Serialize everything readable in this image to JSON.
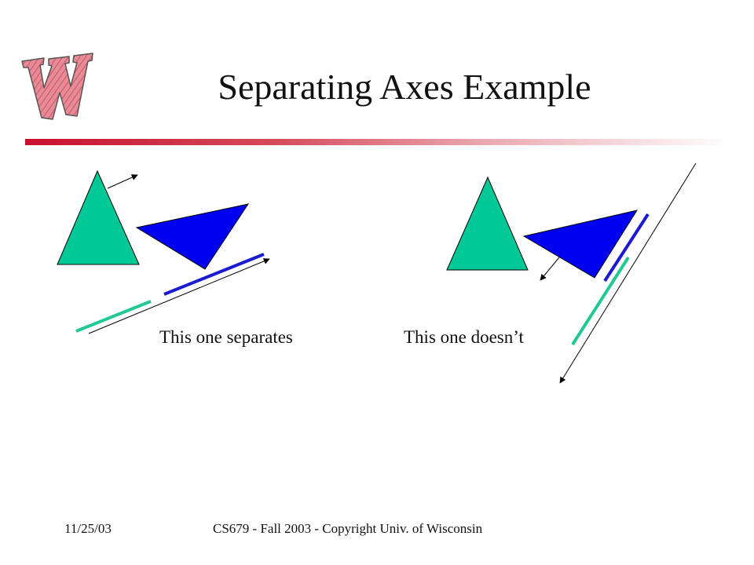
{
  "slide": {
    "title": "Separating Axes Example",
    "colors": {
      "triangle_green": "#00c896",
      "triangle_blue": "#0000f0",
      "projection_green": "#22c894",
      "projection_blue": "#1a1ad0",
      "accent_red": "#c8102e"
    },
    "logo": {
      "icon": "wisconsin-w-logo"
    }
  },
  "diagram": {
    "left_case": {
      "caption": "This one separates"
    },
    "right_case": {
      "caption": "This one doesn’t"
    }
  },
  "footer": {
    "date": "11/25/03",
    "course": "CS679 - Fall 2003 - Copyright Univ. of Wisconsin"
  }
}
